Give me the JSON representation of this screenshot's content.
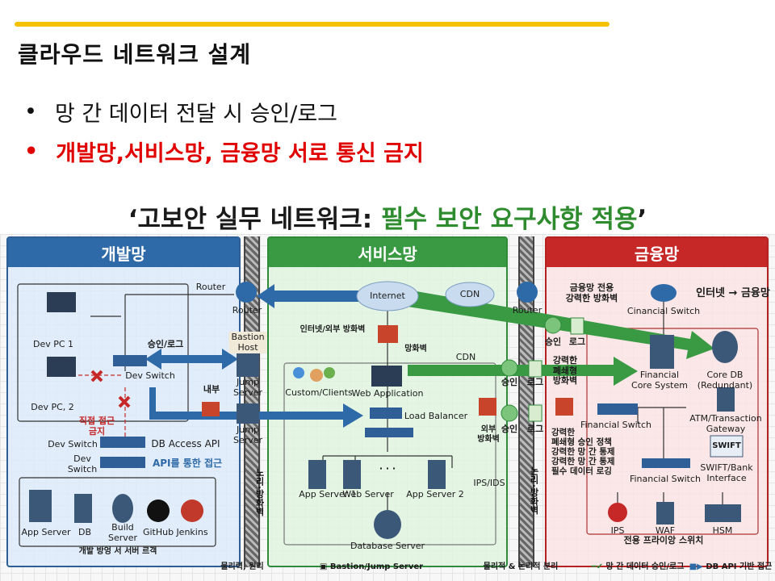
{
  "slide": {
    "title": "클라우드 네트워크 설계",
    "bullets": [
      {
        "mark": "•",
        "text": "망 간 데이터 전달 시 승인/로그"
      },
      {
        "mark": "•",
        "text": "개발망,서비스망, 금융망 서로 통신 금지"
      }
    ]
  },
  "diagram": {
    "title_a": "‘고보안 실무 네트워크: ",
    "title_b": "필수 보안 요구사항 적용",
    "title_c": "’",
    "zones": {
      "dev": "개발망",
      "service": "서비스망",
      "finance": "금융망"
    },
    "dev": {
      "router_top": "Router",
      "router": "Router",
      "pc1": "Dev PC 1",
      "pc2": "Dev PC, 2",
      "approve_log": "승인/로그",
      "dev_switch": "Dev Switch",
      "internal": "내부",
      "no_direct_1": "직접 접근",
      "no_direct_2": "금지",
      "bastion_1": "Bastion",
      "bastion_2": "Host",
      "jump1_1": "Jump",
      "jump1_2": "Server",
      "jump2_1": "Jump",
      "jump2_2": "Server",
      "switch_a": "Dev Switch",
      "db_api": "DB Access API",
      "switch_b_1": "Dev",
      "switch_b_2": "Switch",
      "api_access": "API를 통한 접근",
      "servers": [
        "App Server",
        "DB",
        "Build",
        "GitHub",
        "Jenkins"
      ],
      "build_2": "Server",
      "rack": "개발 방엉 서 서버 르객",
      "wall": "노리·방화벽",
      "bottom": "물리력, 원리"
    },
    "service": {
      "internet": "Internet",
      "cdn": "CDN",
      "router": "Router",
      "ext_fw": "인터넷/외부 방화벽",
      "fw": "망화벽",
      "cdn2": "CDN",
      "clients": "Custom/Clients",
      "webapp": "Web Application",
      "lb": "Load Balancer",
      "outer_fw_1": "외부",
      "outer_fw_2": "방화벽",
      "approve": "승인",
      "log": "로그",
      "approve2": "승인",
      "log2": "로그",
      "app1": "App Server 1",
      "web": "Web Server",
      "dots": "· · ·",
      "app2": "App Server 2",
      "ips_ids": "IPS/IDS",
      "db": "Database Server",
      "wall": "논리·방화벽"
    },
    "finance": {
      "fw_note_1": "금융망 전용",
      "fw_note_2": "강력한 방화벽",
      "cswitch": "Cinancial Switch",
      "inet_fin": "인터넷 → 금융망",
      "approve": "승인",
      "log": "로그",
      "closed_1": "강력한",
      "closed_2": "폐쇄형",
      "closed_3": "방화벽",
      "core_1": "Financial",
      "core_2": "Core System",
      "coredb_1": "Core DB",
      "coredb_2": "(Redundant)",
      "atm_1": "ATM/Transaction",
      "atm_2": "Gateway",
      "fswitch1": "Financial Switch",
      "policy": [
        "강력한",
        "폐쇄형 승인 정책",
        "강력한 망 간 통제",
        "강력한 망 간 통제",
        "필수 데이터 로깅"
      ],
      "swift": "SWIFT",
      "swift_1": "SWIFT/Bank",
      "swift_2": "Interface",
      "fswitch2": "Financial Switch",
      "ips": "IPS",
      "waf": "WAF",
      "hsm": "HSM",
      "private": "전용 프라이앙 스위치"
    },
    "legend": {
      "bastion": "Bastion/Jump Server",
      "separation": "물리적 & 논리적 분리",
      "approve_log": "망 간 데이터 승인/로그",
      "db_api": "DB API 기반 접근"
    }
  },
  "colors": {
    "accent": "#f6c200",
    "red": "#e00000",
    "dev": "#2f6aa8",
    "service": "#3a9a44",
    "finance": "#c62828"
  }
}
